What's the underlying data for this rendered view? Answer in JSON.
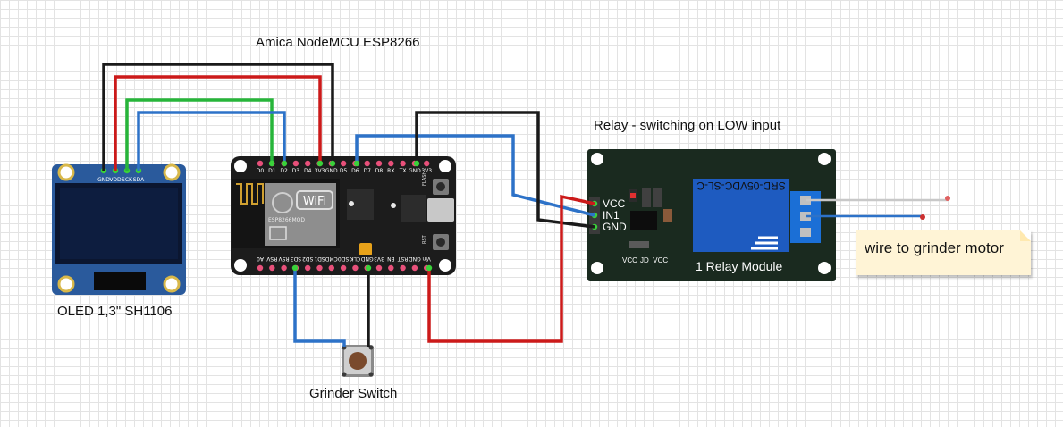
{
  "labels": {
    "esp": "Amica NodeMCU ESP8266",
    "relay": "Relay - switching on LOW input",
    "oled": "OLED 1,3\" SH1106",
    "switch": "Grinder Switch",
    "note": "wire to grinder motor"
  },
  "oled_pins": [
    "GND",
    "VDD",
    "SCK",
    "SDA"
  ],
  "esp_top_pins": [
    "D0",
    "D1",
    "D2",
    "D3",
    "D4",
    "3V3",
    "GND",
    "D5",
    "D6",
    "D7",
    "D8",
    "RX",
    "TX",
    "GND",
    "3V3"
  ],
  "esp_bottom_pins": [
    "A0",
    "RSV",
    "RSV",
    "SD3",
    "SD2",
    "SD1",
    "CMD",
    "SD0",
    "CLK",
    "GND",
    "3V3",
    "EN",
    "RST",
    "GND",
    "Vin"
  ],
  "esp_chip": {
    "wifi": "WiFi",
    "model": "ESP8266MOD",
    "buttons": [
      "FLASH",
      "RST"
    ]
  },
  "relay": {
    "pins": [
      "VCC",
      "IN1",
      "GND"
    ],
    "jumpers": [
      "VCC",
      "JD_VCC"
    ],
    "relay_part": "SRD-05VDC-SL-C",
    "module_name": "1 Relay Module"
  },
  "colors": {
    "wire_black": "#1a1a1a",
    "wire_red": "#cc1a1a",
    "wire_green": "#27b53a",
    "wire_blue": "#2d72c8",
    "board_bg": "#1c1c1c",
    "relay_bg": "#1a2a1f",
    "relay_blue": "#1e5bc0",
    "oled_pcb": "#2a5a9c"
  },
  "icons": [
    "wifi-logo-icon",
    "antenna-icon",
    "usb-port-icon",
    "push-button-icon",
    "relay-coil-icon",
    "screw-terminal-icon"
  ]
}
